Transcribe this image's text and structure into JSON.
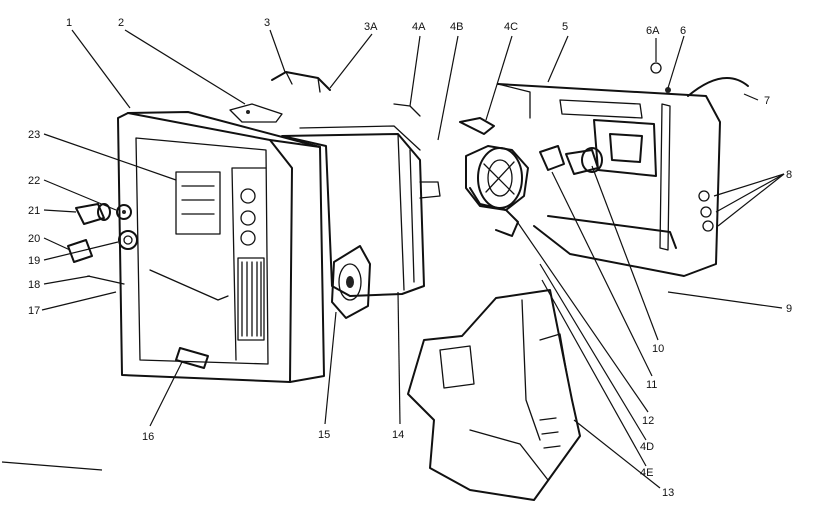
{
  "callouts": [
    {
      "id": "1",
      "text": "1"
    },
    {
      "id": "2",
      "text": "2"
    },
    {
      "id": "3",
      "text": "3"
    },
    {
      "id": "3A",
      "text": "3A"
    },
    {
      "id": "4A",
      "text": "4A"
    },
    {
      "id": "4B",
      "text": "4B"
    },
    {
      "id": "4C",
      "text": "4C"
    },
    {
      "id": "5",
      "text": "5"
    },
    {
      "id": "6A",
      "text": "6A"
    },
    {
      "id": "6",
      "text": "6"
    },
    {
      "id": "7",
      "text": "7"
    },
    {
      "id": "8",
      "text": "8"
    },
    {
      "id": "9",
      "text": "9"
    },
    {
      "id": "10",
      "text": "10"
    },
    {
      "id": "11",
      "text": "11"
    },
    {
      "id": "12",
      "text": "12"
    },
    {
      "id": "4D",
      "text": "4D"
    },
    {
      "id": "4E",
      "text": "4E"
    },
    {
      "id": "13",
      "text": "13"
    },
    {
      "id": "14",
      "text": "14"
    },
    {
      "id": "15",
      "text": "15"
    },
    {
      "id": "16",
      "text": "16"
    },
    {
      "id": "17",
      "text": "17"
    },
    {
      "id": "18",
      "text": "18"
    },
    {
      "id": "19",
      "text": "19"
    },
    {
      "id": "20",
      "text": "20"
    },
    {
      "id": "21",
      "text": "21"
    },
    {
      "id": "22",
      "text": "22"
    },
    {
      "id": "23",
      "text": "23"
    }
  ]
}
